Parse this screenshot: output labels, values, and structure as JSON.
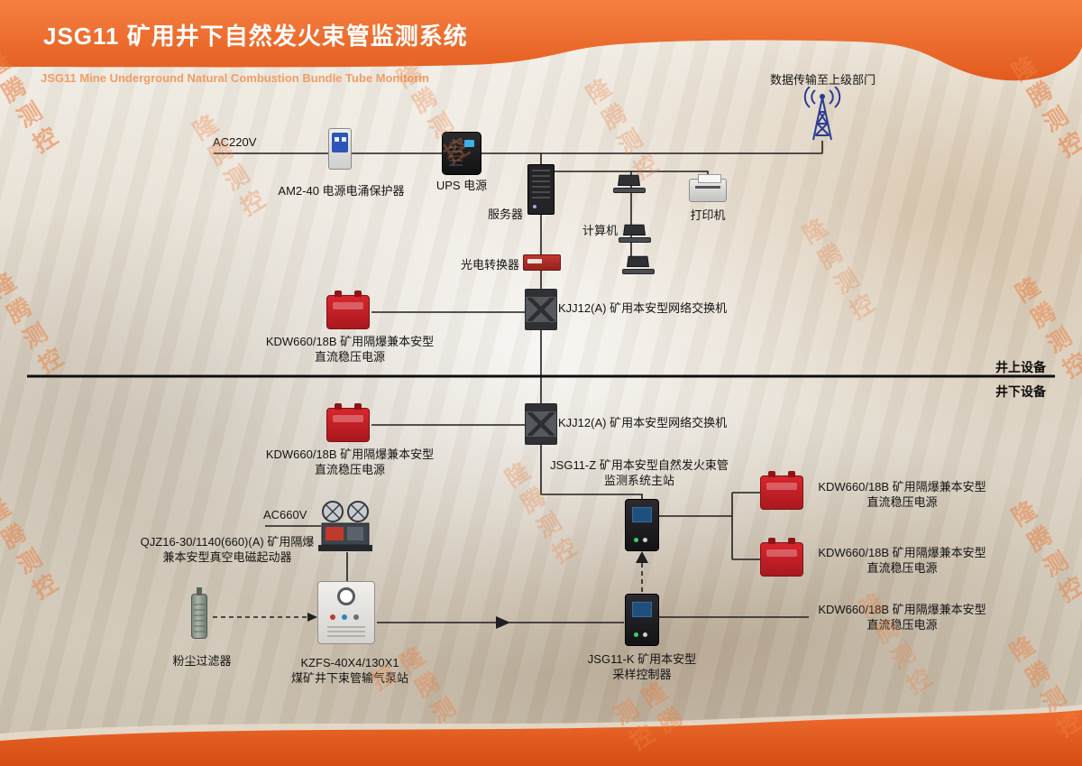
{
  "header": {
    "title": "JSG11 矿用井下自然发火束管监测系统",
    "subtitle": "JSG11 Mine Underground Natural Combustion Bundle Tube Monitorin"
  },
  "watermark_text": "隆腾测控",
  "zones": {
    "surface": "井上设备",
    "underground": "井下设备"
  },
  "colors": {
    "brand_orange": "#e85c20",
    "device_red": "#c9252b",
    "antenna_blue": "#2b3a96"
  },
  "nodes": {
    "uplink": {
      "label": "数据传输至上级部门"
    },
    "ac220v": {
      "label": "AC220V"
    },
    "surge": {
      "label": "AM2-40 电源电涌保护器"
    },
    "ups": {
      "label": "UPS 电源"
    },
    "server": {
      "label": "服务器"
    },
    "computer": {
      "label": "计算机"
    },
    "printer": {
      "label": "打印机"
    },
    "converter": {
      "label": "光电转换器"
    },
    "switch_surface": {
      "label": "KJJ12(A) 矿用本安型网络交换机"
    },
    "switch_underground": {
      "label": "KJJ12(A) 矿用本安型网络交换机"
    },
    "kdw_surface": {
      "line1": "KDW660/18B 矿用隔爆兼本安型",
      "line2": "直流稳压电源"
    },
    "kdw_underground": {
      "line1": "KDW660/18B 矿用隔爆兼本安型",
      "line2": "直流稳压电源"
    },
    "main_station": {
      "line1": "JSG11-Z 矿用本安型自然发火束管",
      "line2": "监测系统主站"
    },
    "ac660v": {
      "label": "AC660V"
    },
    "starter": {
      "line1": "QJZ16-30/1140(660)(A) 矿用隔爆",
      "line2": "兼本安型真空电磁起动器"
    },
    "dust_filter": {
      "label": "粉尘过滤器"
    },
    "pump": {
      "line1": "KZFS-40X4/130X1",
      "line2": "煤矿井下束管输气泵站"
    },
    "sampler": {
      "line1": "JSG11-K 矿用本安型",
      "line2": "采样控制器"
    },
    "kdw_right_1": {
      "line1": "KDW660/18B 矿用隔爆兼本安型",
      "line2": "直流稳压电源"
    },
    "kdw_right_2": {
      "line1": "KDW660/18B 矿用隔爆兼本安型",
      "line2": "直流稳压电源"
    },
    "kdw_right_3": {
      "line1": "KDW660/18B 矿用隔爆兼本安型",
      "line2": "直流稳压电源"
    }
  }
}
